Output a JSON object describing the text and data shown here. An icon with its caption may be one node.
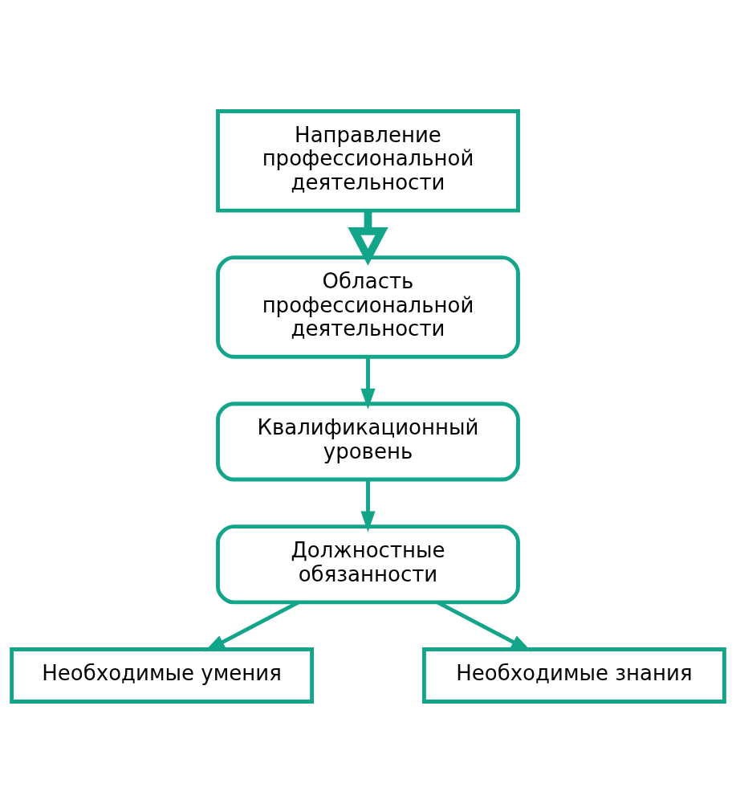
{
  "diagram": {
    "nodes": [
      {
        "text": [
          "Направление профессиональной деятельности"
        ]
      },
      {
        "text": [
          "Область профессиональной деятельности"
        ]
      },
      {
        "text": [
          "Квалификационный уровень"
        ]
      },
      {
        "text": [
          "Должностные обязанности"
        ]
      },
      {
        "text": [
          "Необходимые умения"
        ]
      },
      {
        "text": [
          "Необходимые знания"
        ]
      }
    ],
    "edges": [
      {
        "from": 0,
        "to": 1,
        "arrow": "to",
        "style": "thick"
      },
      {
        "from": 1,
        "to": 2,
        "arrow": "to"
      },
      {
        "from": 2,
        "to": 3,
        "arrow": "to"
      },
      {
        "from": 3,
        "to": 4,
        "arrow": "to"
      },
      {
        "from": 3,
        "to": 5,
        "arrow": "to"
      }
    ]
  }
}
